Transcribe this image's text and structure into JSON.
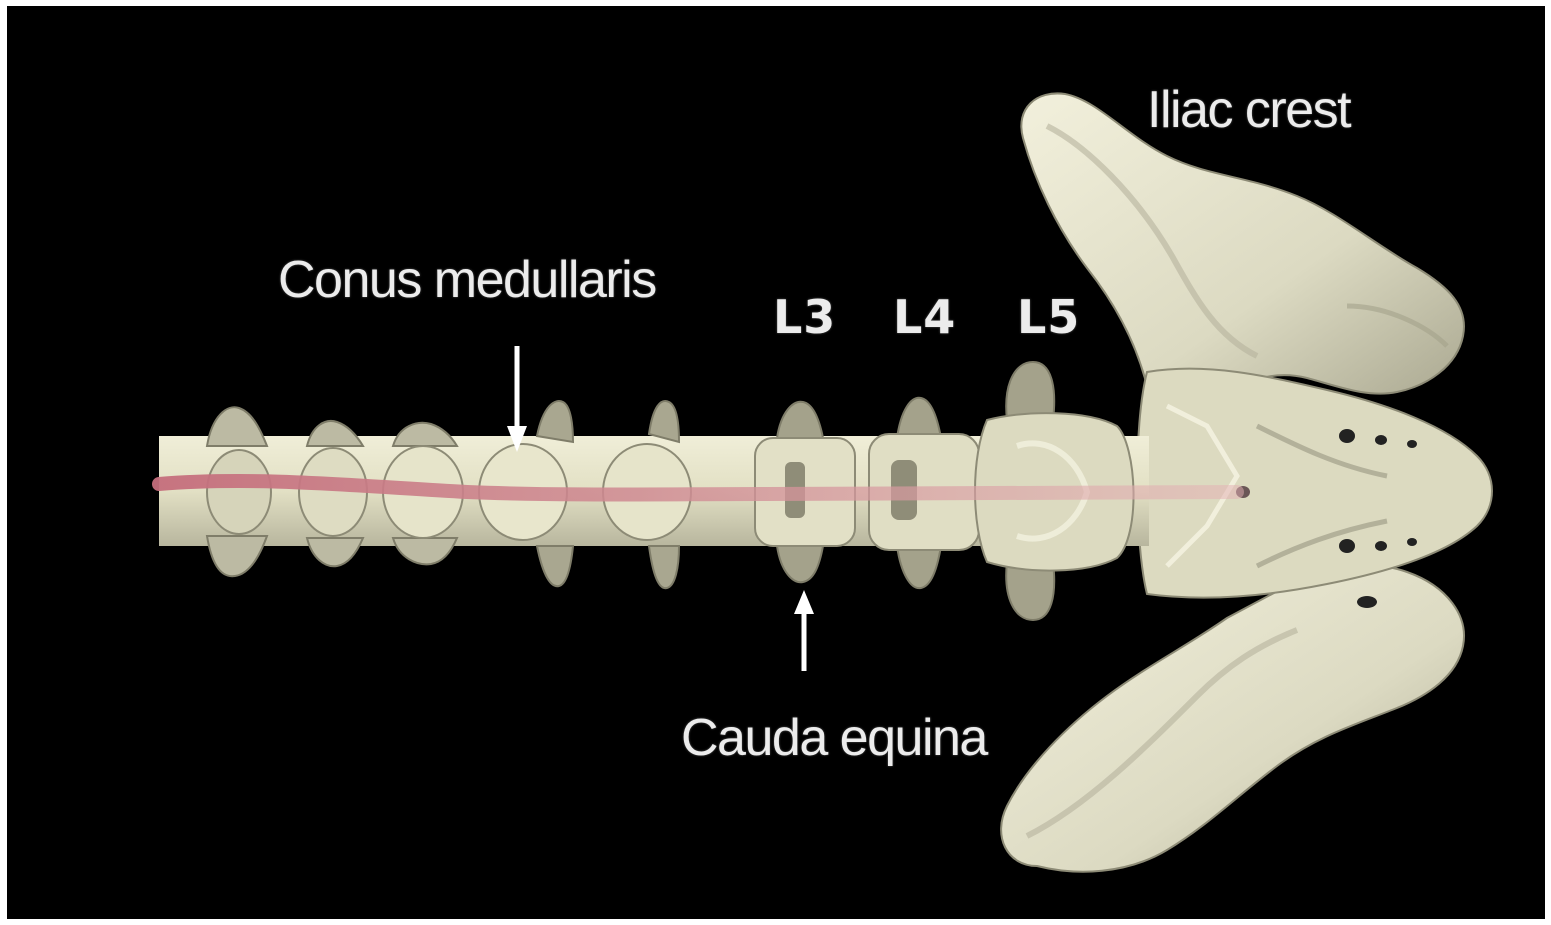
{
  "labels": {
    "iliac_crest": "Iliac crest",
    "conus_medullaris": "Conus medullaris",
    "l3": "L3",
    "l4": "L4",
    "l5": "L5",
    "cauda_equina": "Cauda equina"
  },
  "colors": {
    "background": "#000000",
    "bone": "#e4e2c8",
    "bone_shadow": "#9d9b86",
    "spinal_cord": "#c97f88",
    "label_text": "#ececec"
  }
}
